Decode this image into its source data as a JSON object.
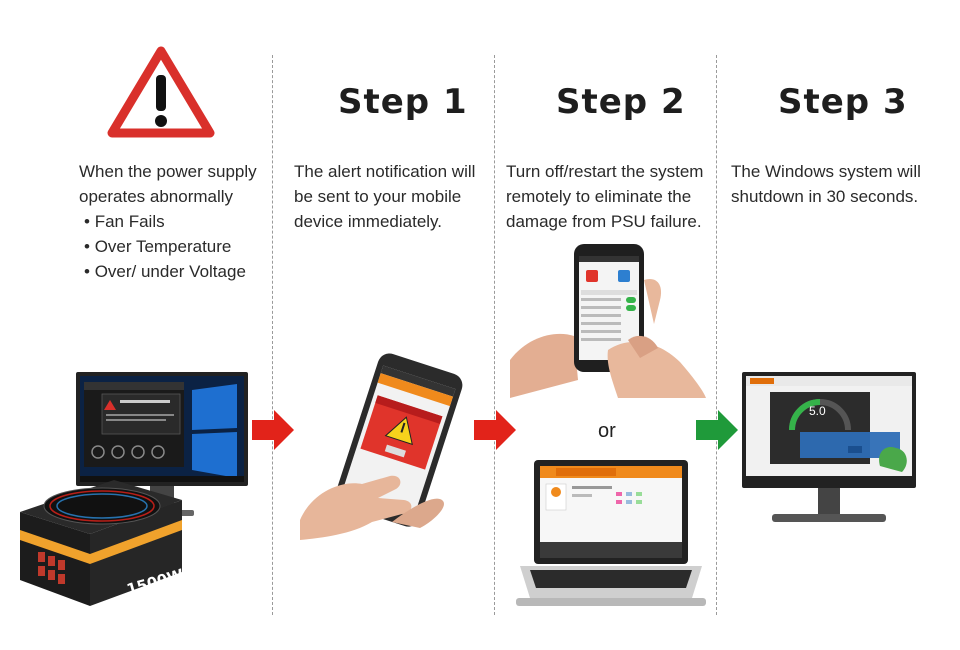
{
  "intro": {
    "text_line1": "When the power supply",
    "text_line2": "operates abnormally",
    "bullets": [
      "Fan Fails",
      "Over Temperature",
      "Over/ under Voltage"
    ],
    "bullet_char": "•"
  },
  "steps": [
    {
      "title": "Step 1",
      "lines": [
        "The alert notification will",
        "be sent to your mobile",
        "device immediately."
      ]
    },
    {
      "title": "Step 2",
      "lines": [
        "Turn off/restart the system",
        "remotely to eliminate the",
        "damage from PSU failure."
      ]
    },
    {
      "title": "Step 3",
      "lines": [
        "The  Windows system will",
        "shutdown in 30 seconds."
      ]
    }
  ],
  "or_label": "or",
  "psu_label": "1500W",
  "monitor_gauge_value": "5.0",
  "colors": {
    "warning_red": "#d9302b",
    "arrow_red": "#e2231a",
    "arrow_green": "#1f9a3a",
    "accent_orange": "#f08a1c"
  }
}
